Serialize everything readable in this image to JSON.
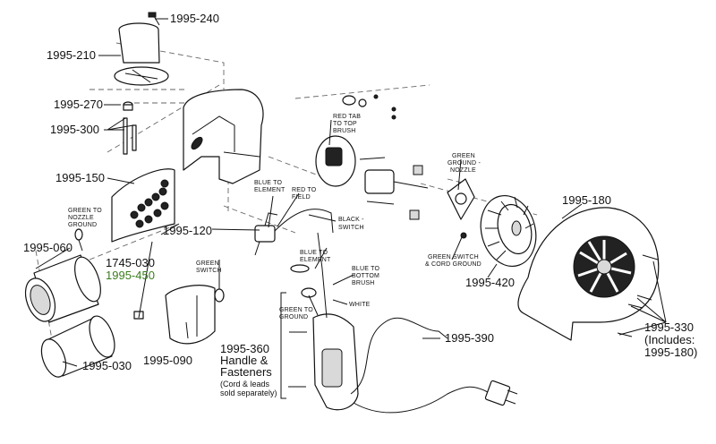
{
  "labels": {
    "p240": "1995-240",
    "p210": "1995-210",
    "p270": "1995-270",
    "p300": "1995-300",
    "p150": "1995-150",
    "p060": "1995-060",
    "p030": "1995-030",
    "p1745": "1745-030",
    "p450": "1995-450",
    "p120": "1995-120",
    "p090": "1995-090",
    "p360": "1995-360",
    "p360_a": "Handle &",
    "p360_b": "Fasteners",
    "p360_c": "(Cord & leads",
    "p360_d": "sold separately)",
    "p390": "1995-390",
    "p420": "1995-420",
    "p180": "1995-180",
    "p330": "1995-330",
    "p330_a": "(Includes:",
    "p330_b": "1995-180)"
  },
  "callouts": {
    "green_nozzle_1": "GREEN TO",
    "green_nozzle_2": "NOZZLE",
    "green_nozzle_3": "GROUND",
    "green_switch_1": "GREEN",
    "green_switch_2": "SWITCH",
    "blue_element_1": "BLUE TO",
    "blue_element_2": "ELEMENT",
    "red_field_1": "RED TO",
    "red_field_2": "FIELD",
    "black_switch_1": "BLACK -",
    "black_switch_2": "SWITCH",
    "red_tab_1": "RED TAB",
    "red_tab_2": "TO TOP",
    "red_tab_3": "BRUSH",
    "green_gn_1": "GREEN",
    "green_gn_2": "GROUND -",
    "green_gn_3": "NOZZLE",
    "green_sw_cord_1": "GREEN SWITCH",
    "green_sw_cord_2": "& CORD GROUND",
    "blue_element_b1": "BLUE TO",
    "blue_element_b2": "ELEMENT",
    "blue_bottom_1": "BLUE TO",
    "blue_bottom_2": "BOTTOM",
    "blue_bottom_3": "BRUSH",
    "green_ground_1": "GREEN TO",
    "green_ground_2": "GROUND",
    "white": "WHITE"
  },
  "colors": {
    "ink": "#111111",
    "green_label": "#3a7d1e"
  }
}
